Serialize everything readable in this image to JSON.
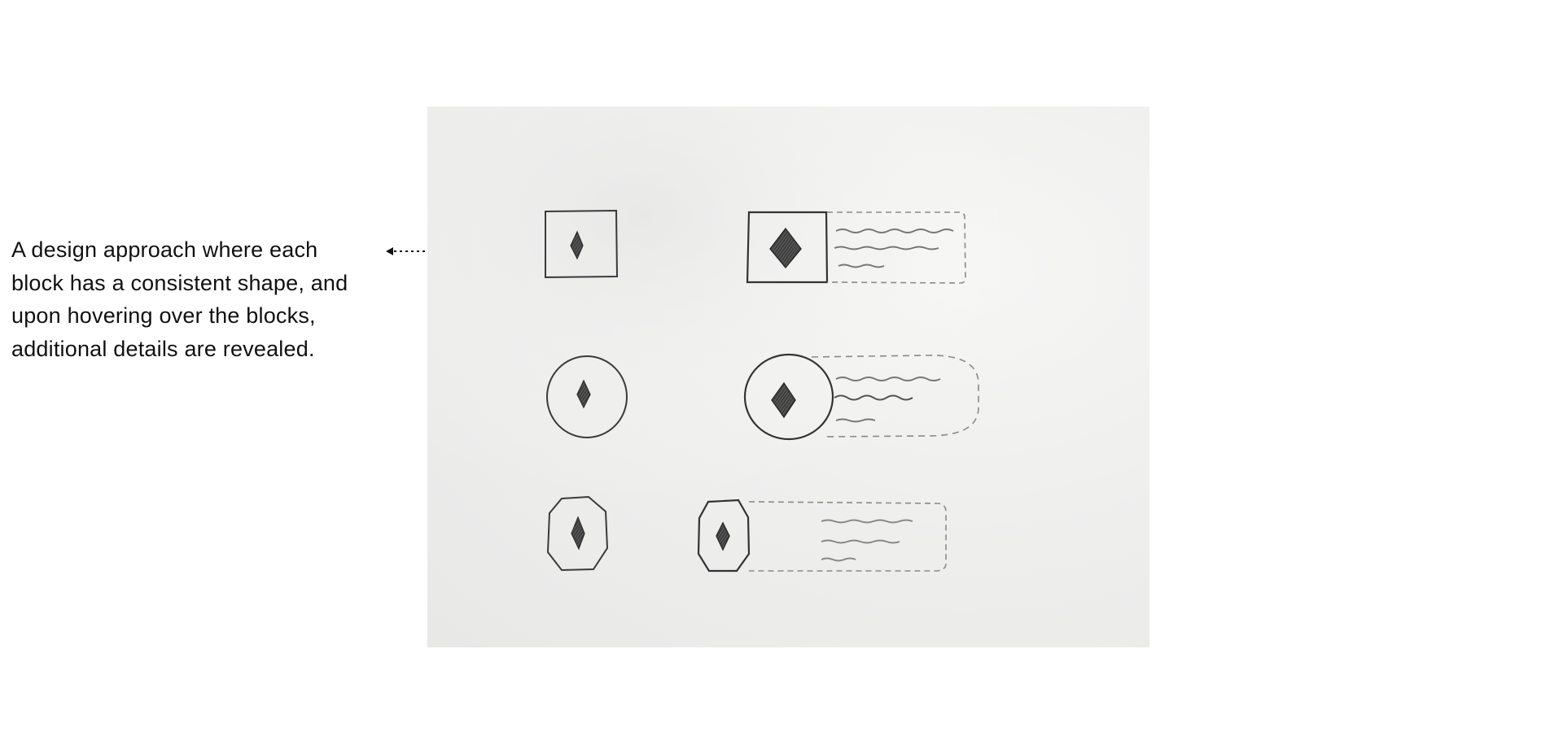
{
  "annotation": {
    "text": "A design approach where each block has a consistent shape, and upon hovering over the blocks, additional details are revealed."
  },
  "icons": {
    "pointer_arrow": "arrow-left-dotted",
    "block_glyph": "diamond"
  },
  "sketch": {
    "rows": [
      {
        "shape": "square"
      },
      {
        "shape": "circle"
      },
      {
        "shape": "octagon"
      }
    ]
  },
  "colors": {
    "background": "#ffffff",
    "text": "#111111",
    "paper": "#ededec",
    "pencil": "#3a3a3a",
    "pencil_light": "#8a8a88"
  }
}
